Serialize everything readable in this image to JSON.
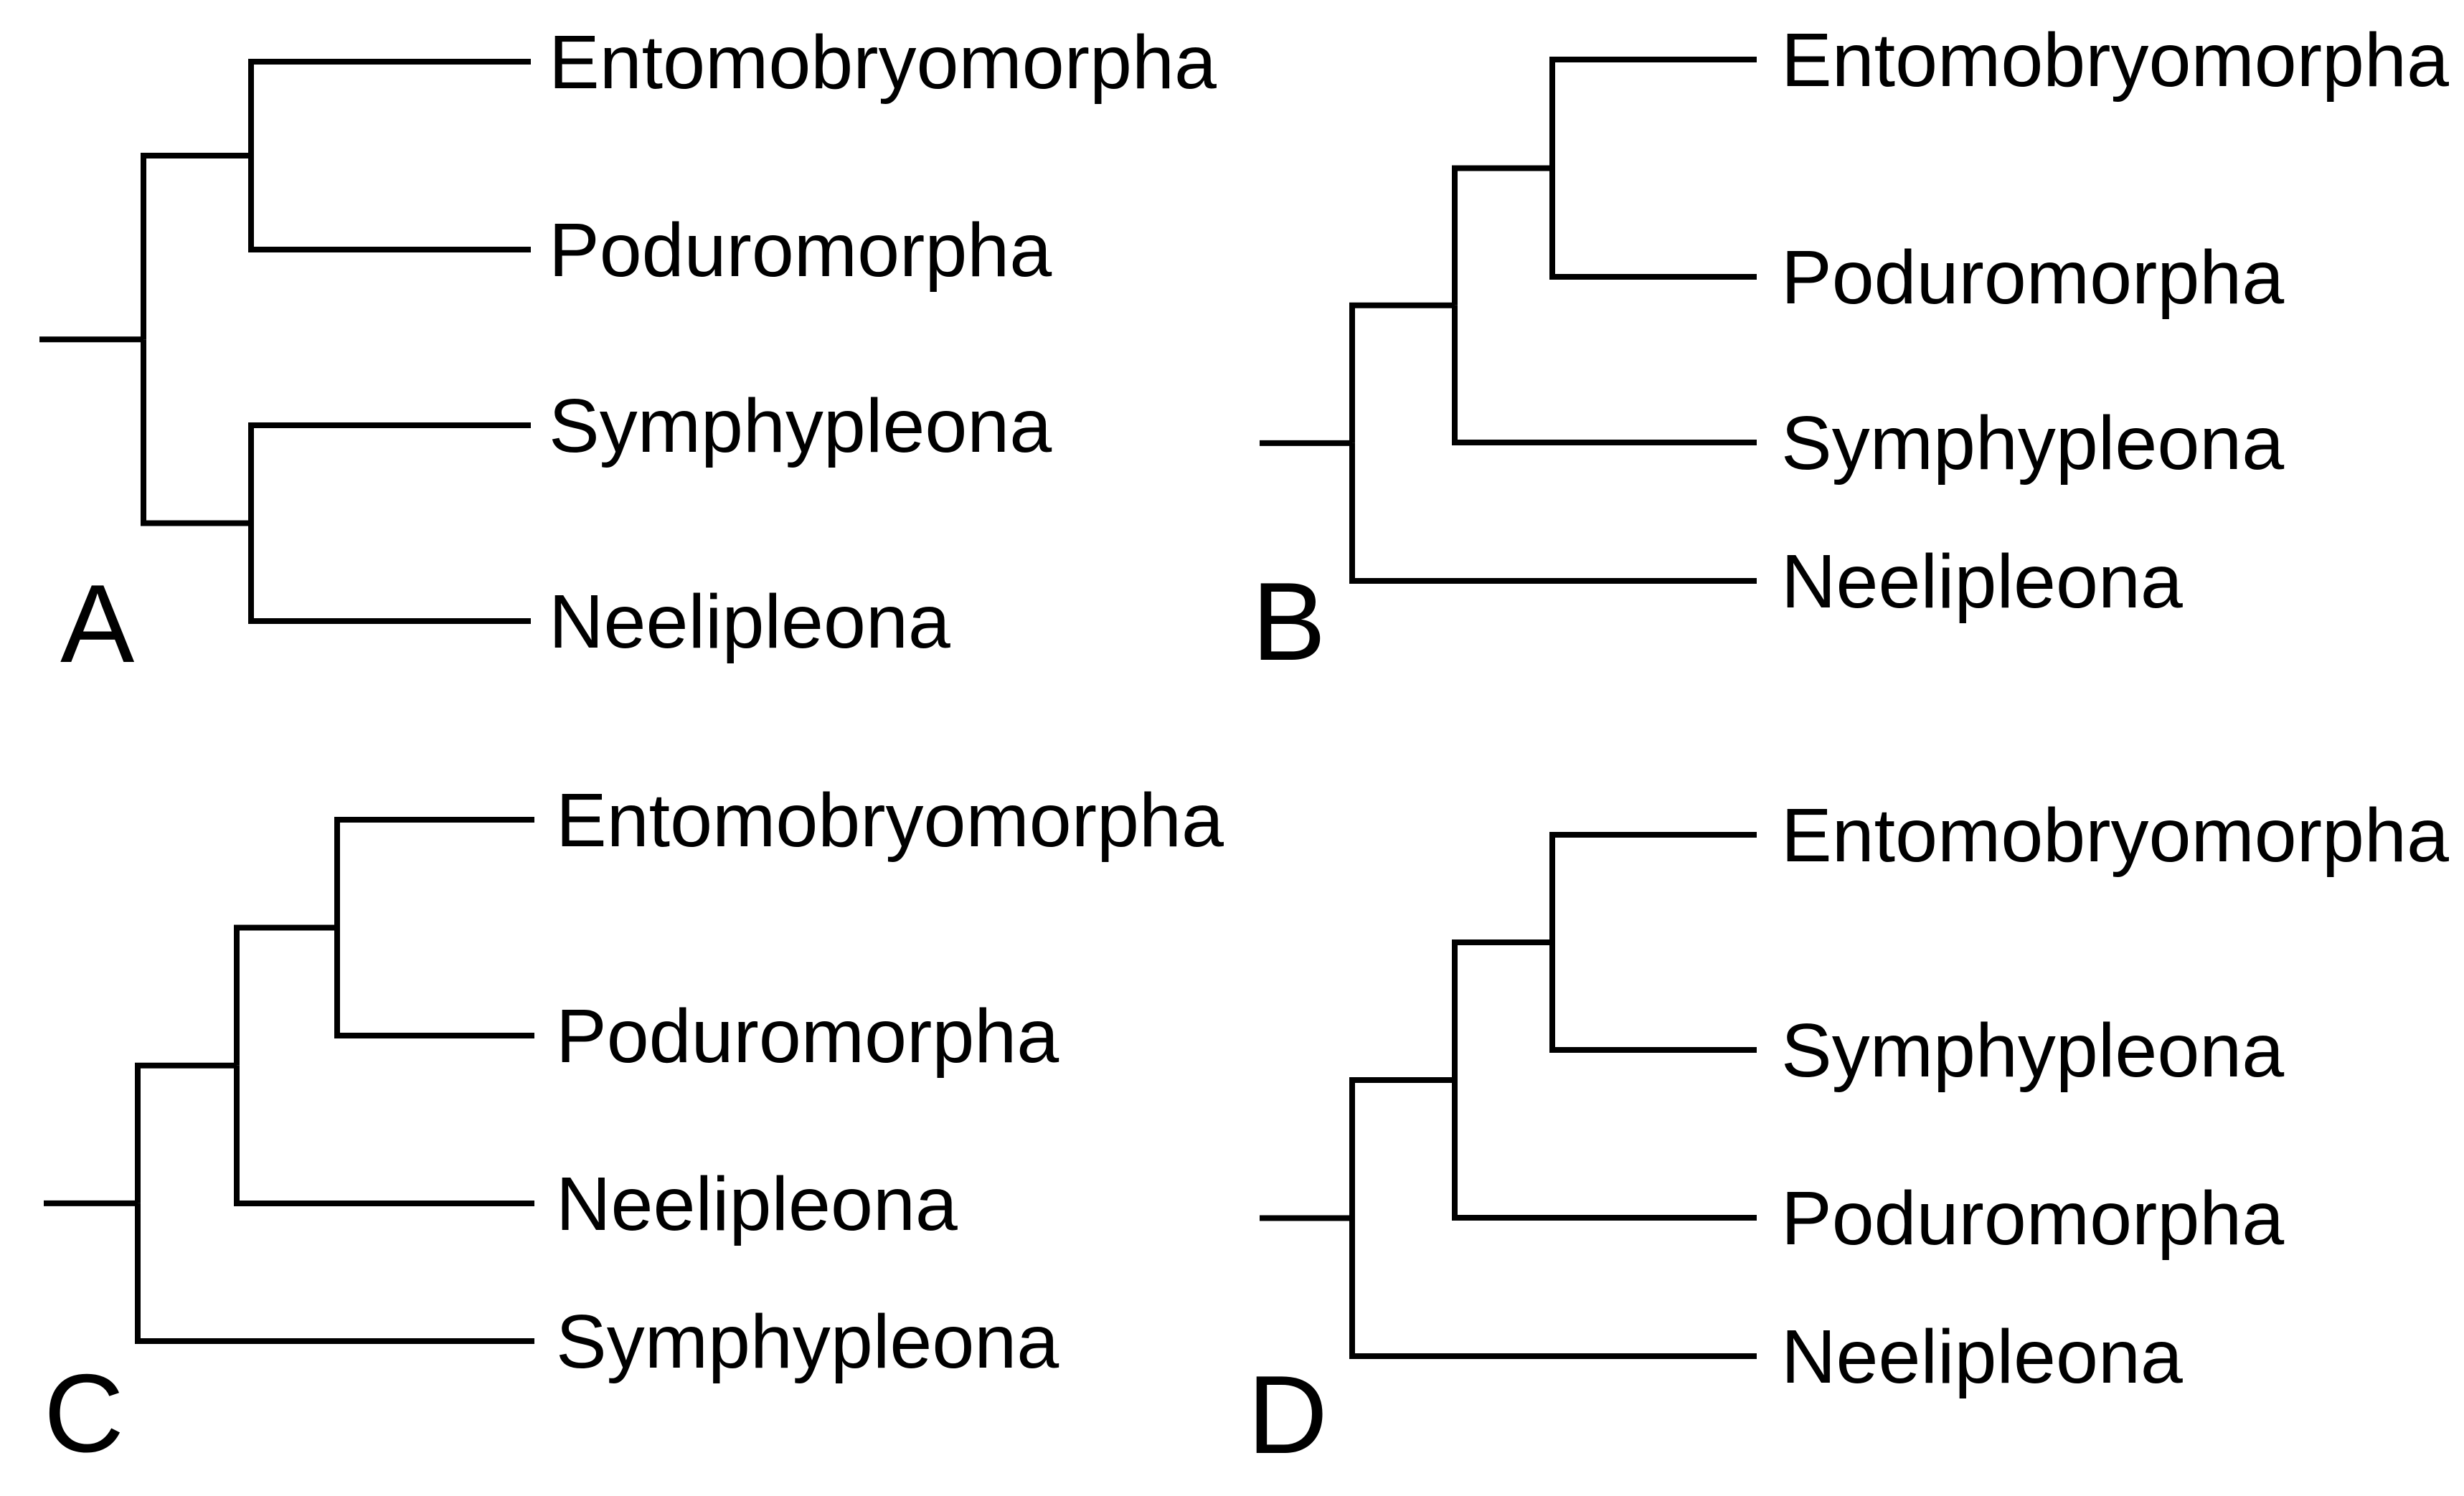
{
  "figure": {
    "description": "Four alternative phylogenetic hypotheses (cladograms) for the relationships among the four Collembola orders",
    "background_color": "#ffffff",
    "line_color": "#000000",
    "text_color": "#000000"
  },
  "taxa": [
    "Entomobryomorpha",
    "Poduromorpha",
    "Symphypleona",
    "Neelipleona"
  ],
  "panels": [
    {
      "label": "A",
      "tip_order_top_to_bottom": [
        "Entomobryomorpha",
        "Poduromorpha",
        "Symphypleona",
        "Neelipleona"
      ],
      "newick": "((Entomobryomorpha,Poduromorpha),(Symphypleona,Neelipleona));",
      "topology": {
        "children": [
          {
            "children": [
              {
                "name": "Entomobryomorpha"
              },
              {
                "name": "Poduromorpha"
              }
            ]
          },
          {
            "children": [
              {
                "name": "Symphypleona"
              },
              {
                "name": "Neelipleona"
              }
            ]
          }
        ]
      }
    },
    {
      "label": "B",
      "tip_order_top_to_bottom": [
        "Entomobryomorpha",
        "Poduromorpha",
        "Symphypleona",
        "Neelipleona"
      ],
      "newick": "(((Entomobryomorpha,Poduromorpha),Symphypleona),Neelipleona);",
      "topology": {
        "children": [
          {
            "children": [
              {
                "children": [
                  {
                    "name": "Entomobryomorpha"
                  },
                  {
                    "name": "Poduromorpha"
                  }
                ]
              },
              {
                "name": "Symphypleona"
              }
            ]
          },
          {
            "name": "Neelipleona"
          }
        ]
      }
    },
    {
      "label": "C",
      "tip_order_top_to_bottom": [
        "Entomobryomorpha",
        "Poduromorpha",
        "Neelipleona",
        "Symphypleona"
      ],
      "newick": "(((Entomobryomorpha,Poduromorpha),Neelipleona),Symphypleona);",
      "topology": {
        "children": [
          {
            "children": [
              {
                "children": [
                  {
                    "name": "Entomobryomorpha"
                  },
                  {
                    "name": "Poduromorpha"
                  }
                ]
              },
              {
                "name": "Neelipleona"
              }
            ]
          },
          {
            "name": "Symphypleona"
          }
        ]
      }
    },
    {
      "label": "D",
      "tip_order_top_to_bottom": [
        "Entomobryomorpha",
        "Symphypleona",
        "Poduromorpha",
        "Neelipleona"
      ],
      "newick": "(((Entomobryomorpha,Symphypleona),Poduromorpha),Neelipleona);",
      "topology": {
        "children": [
          {
            "children": [
              {
                "children": [
                  {
                    "name": "Entomobryomorpha"
                  },
                  {
                    "name": "Symphypleona"
                  }
                ]
              },
              {
                "name": "Poduromorpha"
              }
            ]
          },
          {
            "name": "Neelipleona"
          }
        ]
      }
    }
  ]
}
